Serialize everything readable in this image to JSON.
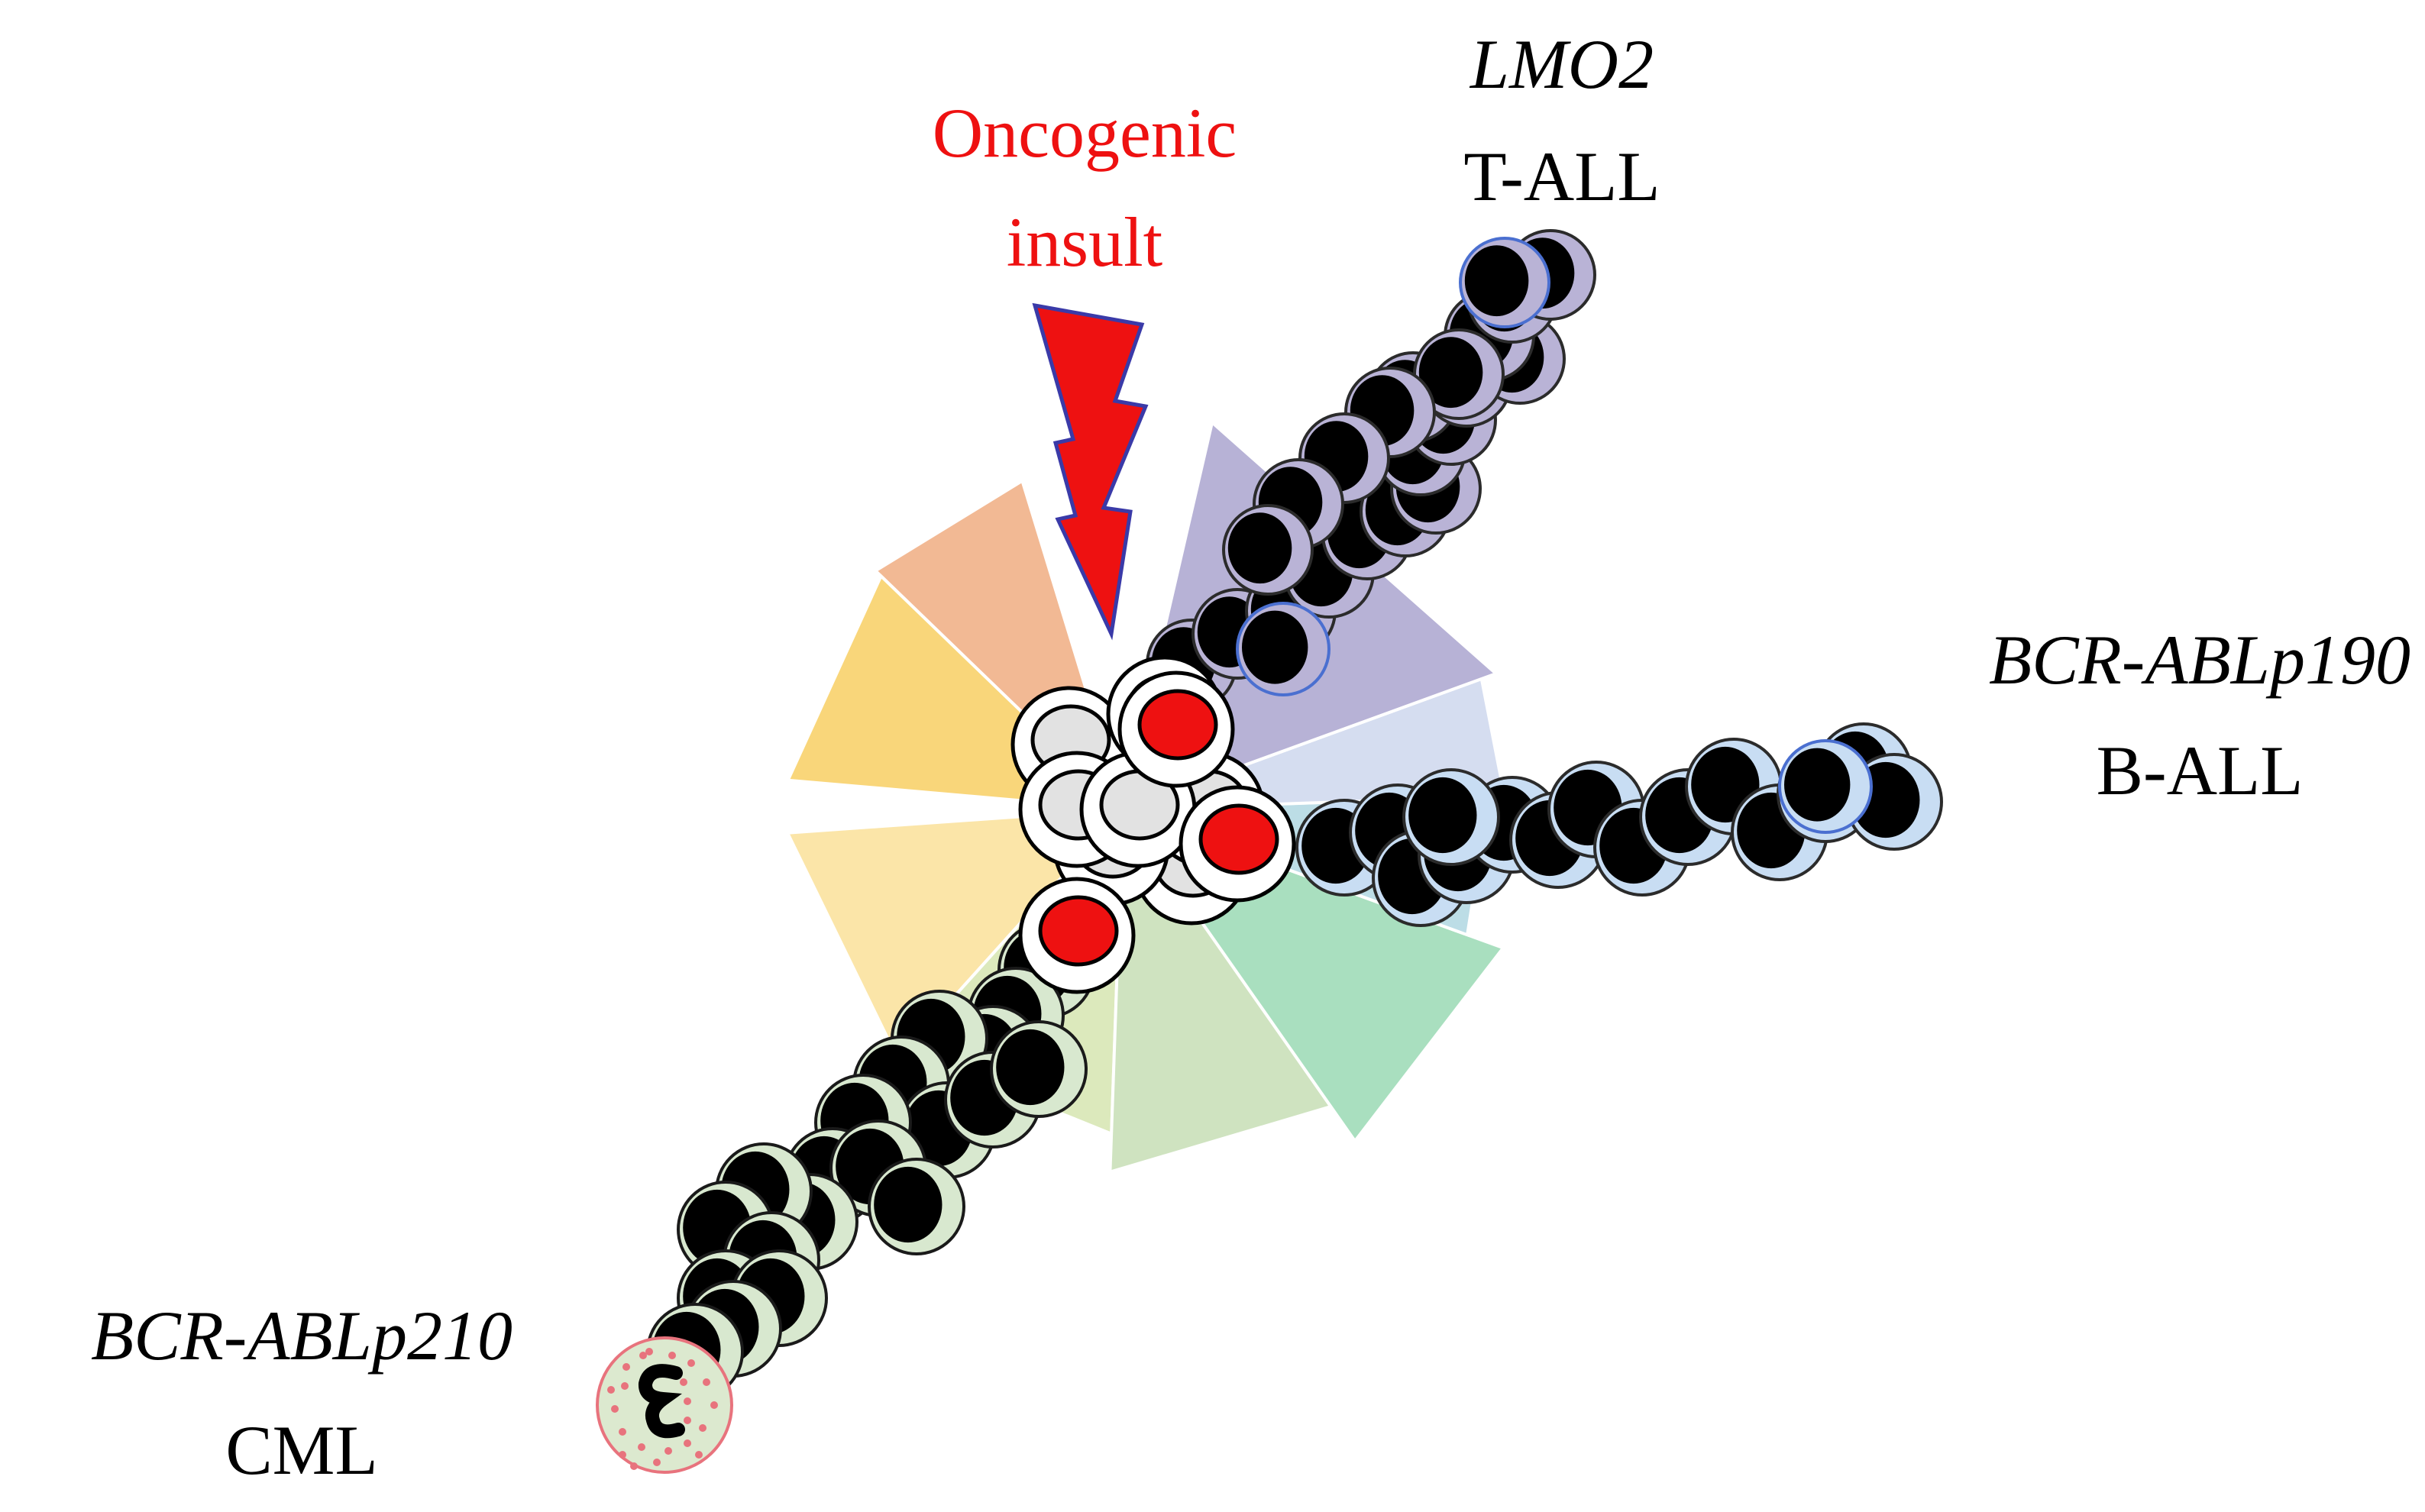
{
  "insult": {
    "line1": "Oncogenic",
    "line2": "insult",
    "color": "#ee1111"
  },
  "branches": [
    {
      "gene": "LMO2",
      "disease": "T-ALL",
      "cell_color": "#b9b3d6",
      "rim_color": "#4a6fd0"
    },
    {
      "gene": "BCR-ABLp190",
      "disease": "B-ALL",
      "cell_color": "#c8ddf3",
      "rim_color": "#4a6fd0"
    },
    {
      "gene": "BCR-ABLp210",
      "disease": "CML",
      "cell_color": "#d8e8cf",
      "rim_color": "#1a1a1a"
    }
  ],
  "colors": {
    "stem_cell": "#e2e2e2",
    "initiated_cell": "#ee1111",
    "wedges": [
      "#f2b994",
      "#f9d67a",
      "#fbe5a8",
      "#dce9bc",
      "#cfe3c0",
      "#a9dfbf",
      "#bcdde6",
      "#d5ddf0",
      "#b7b2d6"
    ]
  },
  "icons": {
    "bolt": "lightning-bolt-icon",
    "granulocyte": "granulocyte-cell-icon"
  }
}
